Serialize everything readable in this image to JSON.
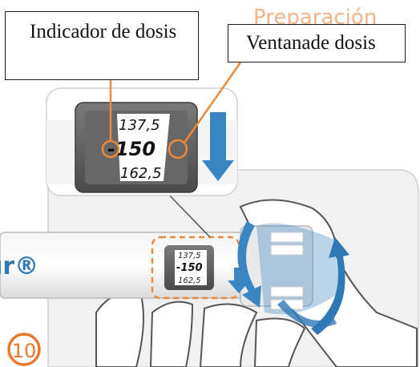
{
  "callouts": {
    "indicator_label": "Indicador de dosis",
    "window_label": "Ventanade dosis"
  },
  "dose_window": {
    "value_above": "137,5",
    "value_current": "150",
    "value_below": "162,5"
  },
  "pen": {
    "brand_fragment": "ur®"
  },
  "step_number": "10",
  "colors": {
    "callout_line": "#ec8a3b",
    "pen_blue": "#2f78b6",
    "arrow_blue": "#3a86c4",
    "step_orange": "#e8782b",
    "window_dark": "#5a5a5a"
  }
}
